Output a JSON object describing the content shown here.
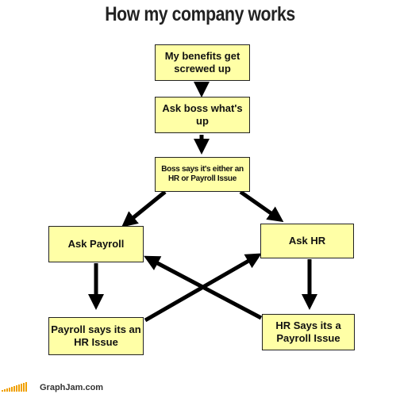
{
  "title": "How my company works",
  "nodes": {
    "benefits": "My benefits get screwed up",
    "ask_boss": "Ask boss what's up",
    "boss_says": "Boss says it's either an HR or Payroll Issue",
    "ask_payroll": "Ask Payroll",
    "ask_hr": "Ask HR",
    "payroll_says": "Payroll says its an HR Issue",
    "hr_says": "HR Says its a Payroll Issue"
  },
  "edges": [
    {
      "from": "benefits",
      "to": "ask_boss"
    },
    {
      "from": "ask_boss",
      "to": "boss_says"
    },
    {
      "from": "boss_says",
      "to": "ask_payroll"
    },
    {
      "from": "boss_says",
      "to": "ask_hr"
    },
    {
      "from": "ask_payroll",
      "to": "payroll_says"
    },
    {
      "from": "ask_hr",
      "to": "hr_says"
    },
    {
      "from": "payroll_says",
      "to": "ask_hr"
    },
    {
      "from": "hr_says",
      "to": "ask_payroll"
    }
  ],
  "colors": {
    "box_fill": "#ffffa6",
    "arrow": "#000000",
    "logo": "#f0a000"
  },
  "footer": {
    "site": "GraphJam.com"
  }
}
